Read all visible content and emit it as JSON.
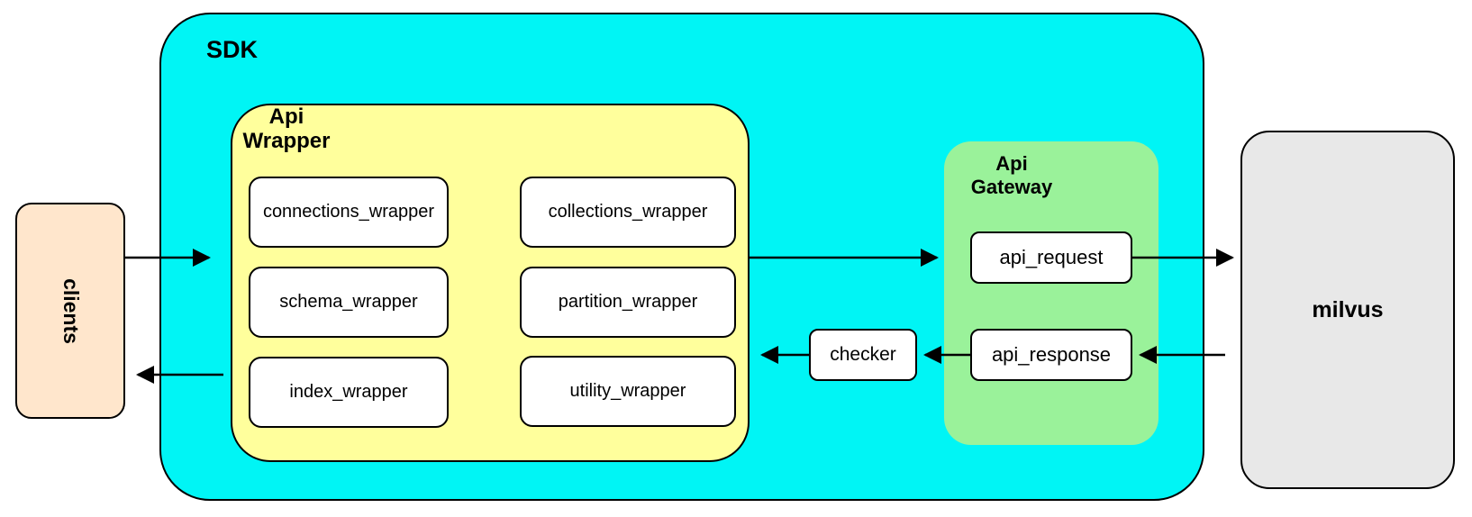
{
  "colors": {
    "sdk_fill": "#00F5F5",
    "api_wrapper_fill": "#FFFF9C",
    "api_gateway_fill": "#9AF29A",
    "clients_fill": "#FFE6CC",
    "milvus_fill": "#E8E8E8",
    "inner_box_fill": "#FFFFFF",
    "stroke": "#000000"
  },
  "diagram": {
    "clients": {
      "label": "clients"
    },
    "sdk": {
      "label": "SDK"
    },
    "api_wrapper": {
      "label": [
        "Api",
        "Wrapper"
      ],
      "boxes": [
        "connections_wrapper",
        "collections_wrapper",
        "schema_wrapper",
        "partition_wrapper",
        "index_wrapper",
        "utility_wrapper"
      ]
    },
    "checker": {
      "label": "checker"
    },
    "api_gateway": {
      "label": [
        "Api",
        "Gateway"
      ],
      "boxes": [
        "api_request",
        "api_response"
      ]
    },
    "milvus": {
      "label": "milvus"
    }
  }
}
